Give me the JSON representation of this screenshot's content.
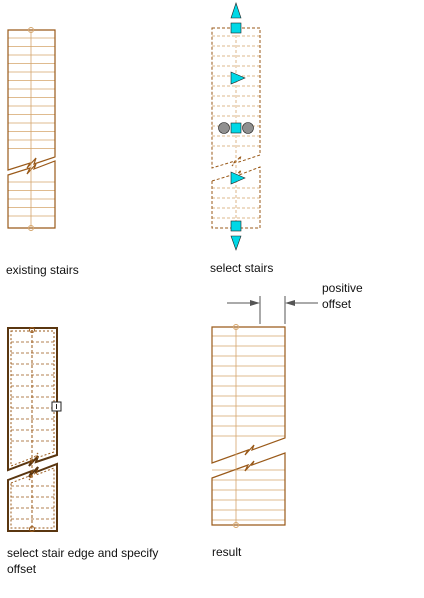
{
  "captions": {
    "existing": "existing stairs",
    "select": "select stairs",
    "edge": "select stair edge and specify offset",
    "result": "result",
    "offset": "positive offset"
  },
  "colors": {
    "stair": "#9a5a1a",
    "tread": "#d4a46a",
    "grip": "#00d8e6",
    "grip_gray": "#909090",
    "dim": "#555555"
  },
  "icons": [
    "grip-square-icon",
    "grip-triangle-icon",
    "grip-circle-icon",
    "dimension-arrow-icon"
  ]
}
